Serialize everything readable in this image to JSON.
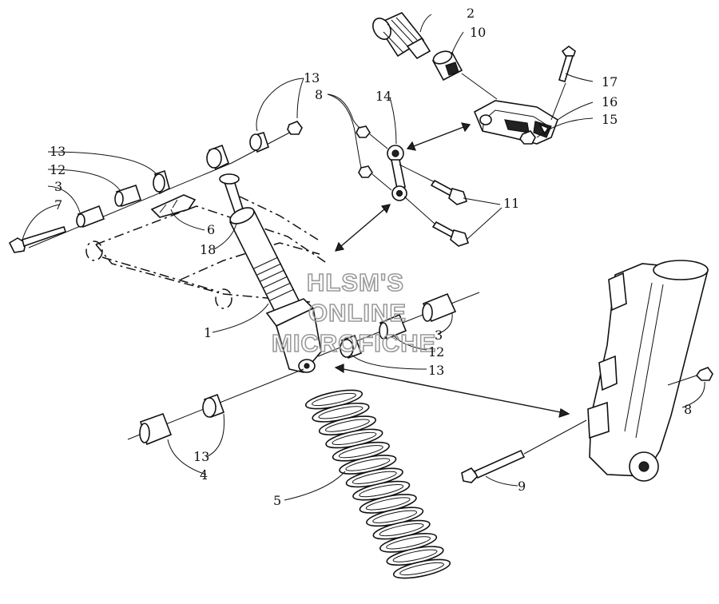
{
  "callouts": {
    "c1": "1",
    "c2": "2",
    "c3a": "3",
    "c3b": "3",
    "c4": "4",
    "c5": "5",
    "c6": "6",
    "c7": "7",
    "c8a": "8",
    "c8b": "8",
    "c9": "9",
    "c10": "10",
    "c11": "11",
    "c12a": "12",
    "c12b": "12",
    "c13a": "13",
    "c13b": "13",
    "c13c": "13",
    "c13d": "13",
    "c14": "14",
    "c15": "15",
    "c16": "16",
    "c17": "17",
    "c18": "18"
  },
  "watermark": {
    "line1": "HLSM'S",
    "line2": "ONLINE",
    "line3": "MICROFICHE"
  }
}
